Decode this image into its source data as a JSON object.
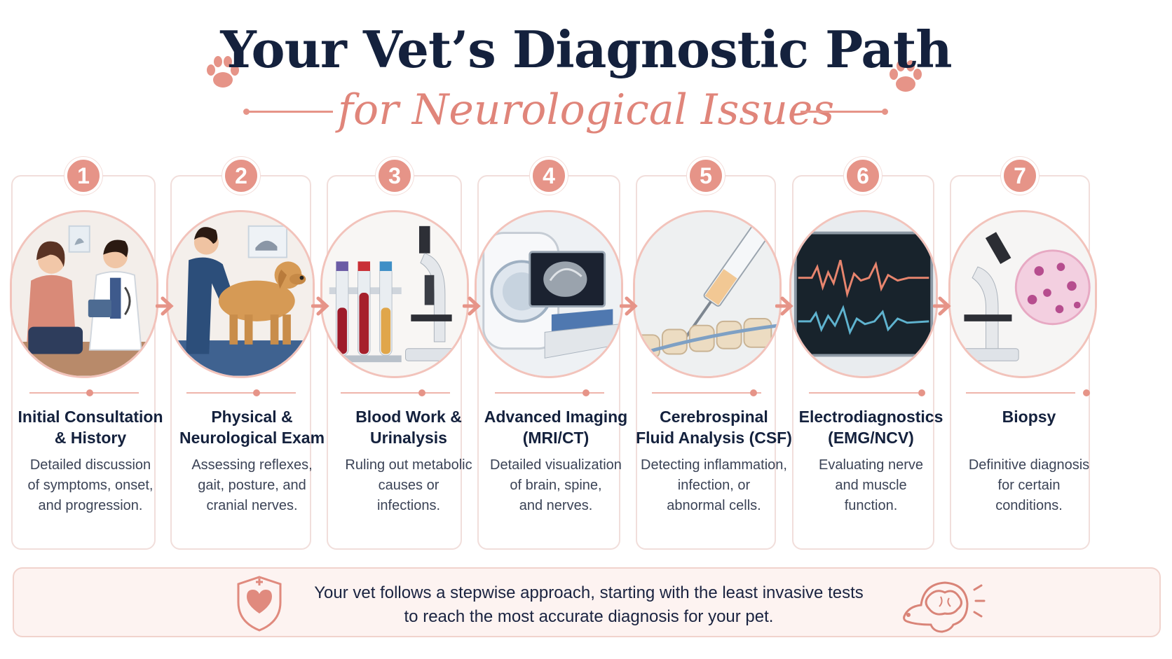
{
  "header": {
    "title": "Your Vet’s Diagnostic Path",
    "subtitle": "for Neurological Issues"
  },
  "steps": [
    {
      "number": "1",
      "title_line1": "Initial Consultation",
      "title_line2": "& History",
      "desc_line1": "Detailed discussion",
      "desc_line2": "of symptoms, onset,",
      "desc_line3": "and progression."
    },
    {
      "number": "2",
      "title_line1": "Physical &",
      "title_line2": "Neurological Exam",
      "desc_line1": "Assessing reflexes,",
      "desc_line2": "gait, posture, and",
      "desc_line3": "cranial nerves."
    },
    {
      "number": "3",
      "title_line1": "Blood Work &",
      "title_line2": "Urinalysis",
      "desc_line1": "Ruling out metabolic",
      "desc_line2": "causes or",
      "desc_line3": "infections."
    },
    {
      "number": "4",
      "title_line1": "Advanced Imaging",
      "title_line2": "(MRI/CT)",
      "desc_line1": "Detailed visualization",
      "desc_line2": "of brain, spine,",
      "desc_line3": "and nerves."
    },
    {
      "number": "5",
      "title_line1": "Cerebrospinal",
      "title_line2": "Fluid Analysis (CSF)",
      "desc_line1": "Detecting inflammation,",
      "desc_line2": "infection, or",
      "desc_line3": "abnormal cells."
    },
    {
      "number": "6",
      "title_line1": "Electrodiagnostics",
      "title_line2": "(EMG/NCV)",
      "desc_line1": "Evaluating nerve",
      "desc_line2": "and muscle",
      "desc_line3": "function."
    },
    {
      "number": "7",
      "title_line1": "Biopsy",
      "title_line2": "",
      "desc_line1": "Definitive diagnosis",
      "desc_line2": "for certain",
      "desc_line3": "conditions."
    }
  ],
  "footer": {
    "line1": "Your vet follows a stepwise approach, starting with the least invasive tests",
    "line2": "to reach the most accurate diagnosis for your pet."
  },
  "icons": {
    "header_left": "paw-print-icon",
    "header_right": "paw-print-icon",
    "footer_left": "heart-shield-icon",
    "footer_right": "dog-brain-icon",
    "between_steps": "arrow-right-icon"
  },
  "colors": {
    "accent": "#e69488",
    "title": "#14213d",
    "subtitle": "#e0857a",
    "footer_bg": "#fdf3f1"
  }
}
